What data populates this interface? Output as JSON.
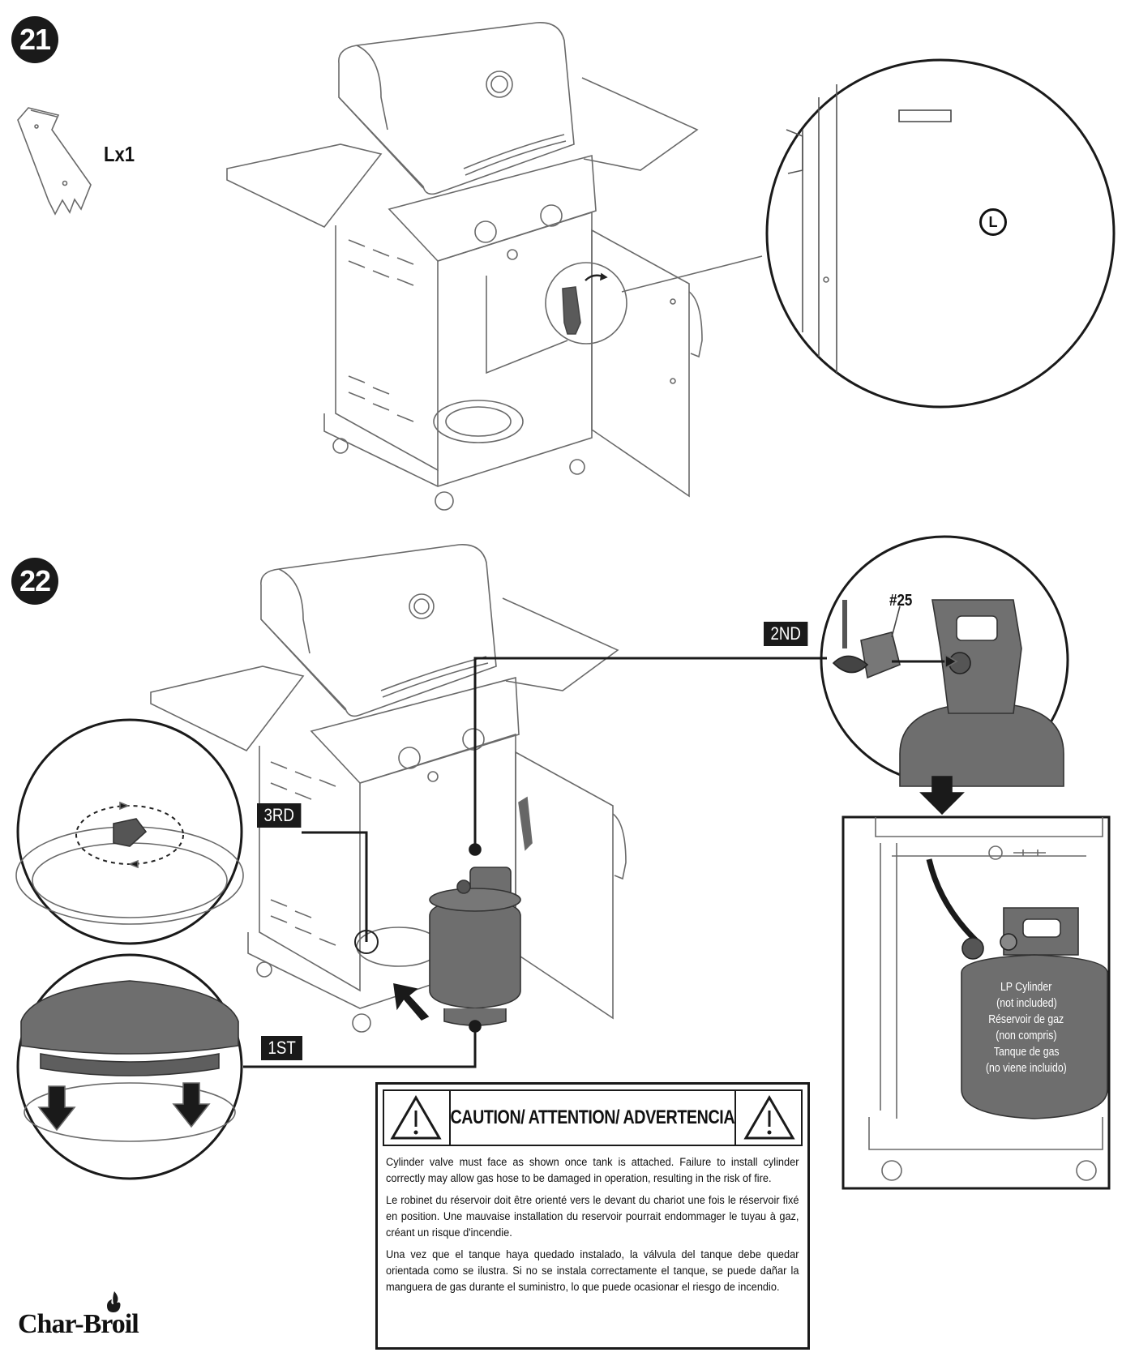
{
  "steps": {
    "step21": {
      "number": "21",
      "quantity": "Lx1",
      "part_callout": "L"
    },
    "step22": {
      "number": "22",
      "sequence": {
        "first": "1ST",
        "second": "2ND",
        "third": "3RD"
      },
      "part_number": "#25",
      "tank_label": {
        "line1": "LP Cylinder",
        "line2": "(not included)",
        "line3": "Réservoir de gaz",
        "line4": "(non compris)",
        "line5": "Tanque de gas",
        "line6": "(no viene incluido)"
      }
    }
  },
  "caution": {
    "title": "CAUTION/ ATTENTION/ ADVERTENCIA",
    "icon": "warning-triangle-icon",
    "english": "Cylinder valve must face as shown once tank is attached. Failure to install cylinder correctly may allow gas hose to be damaged in operation, resulting in the risk of fire.",
    "french": "Le robinet du réservoir doit être orienté vers le devant du chariot une fois le réservoir fixé en position. Une mauvaise installation du reservoir pourrait endommager le tuyau à gaz, créant un risque d'incendie.",
    "spanish": "Una vez que el tanque haya quedado instalado, la válvula del tanque debe quedar orientada como se ilustra. Si no se instala correctamente el tanque, se puede dañar la manguera de gas durante el suministro, lo que puede ocasionar el riesgo de incendio."
  },
  "brand": {
    "logo_text": "Char-Broil"
  },
  "colors": {
    "ink": "#1a1a1a",
    "tank_gray": "#6e6e6e",
    "line_gray": "#8a8a8a"
  }
}
